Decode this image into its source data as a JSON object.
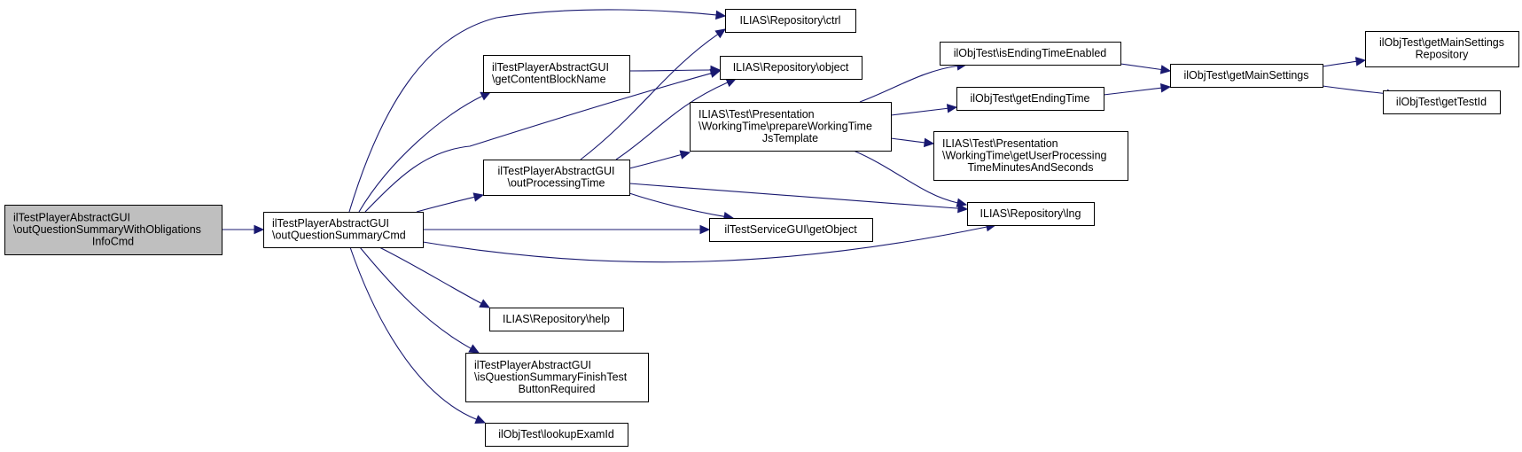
{
  "diagram": {
    "type": "call-graph",
    "edge_color": "#191970",
    "root_fill": "#bfbfbf",
    "nodes": [
      {
        "id": "n0",
        "lines": [
          "ilTestPlayerAbstractGUI",
          "\\outQuestionSummaryWithObligations",
          "InfoCmd"
        ],
        "root": true
      },
      {
        "id": "n1",
        "lines": [
          "ilTestPlayerAbstractGUI",
          "\\outQuestionSummaryCmd"
        ]
      },
      {
        "id": "ctrl",
        "lines": [
          "ILIAS\\Repository\\ctrl"
        ]
      },
      {
        "id": "gcbn",
        "lines": [
          "ilTestPlayerAbstractGUI",
          "\\getContentBlockName"
        ]
      },
      {
        "id": "object",
        "lines": [
          "ILIAS\\Repository\\object"
        ]
      },
      {
        "id": "opt",
        "lines": [
          "ilTestPlayerAbstractGUI",
          "\\outProcessingTime"
        ]
      },
      {
        "id": "pwt",
        "lines": [
          "ILIAS\\Test\\Presentation",
          "\\WorkingTime\\prepareWorkingTime",
          "JsTemplate"
        ]
      },
      {
        "id": "getobj",
        "lines": [
          "ilTestServiceGUI\\getObject"
        ]
      },
      {
        "id": "help",
        "lines": [
          "ILIAS\\Repository\\help"
        ]
      },
      {
        "id": "isqs",
        "lines": [
          "ilTestPlayerAbstractGUI",
          "\\isQuestionSummaryFinishTest",
          "ButtonRequired"
        ]
      },
      {
        "id": "lookup",
        "lines": [
          "ilObjTest\\lookupExamId"
        ]
      },
      {
        "id": "isend",
        "lines": [
          "ilObjTest\\isEndingTimeEnabled"
        ]
      },
      {
        "id": "getend",
        "lines": [
          "ilObjTest\\getEndingTime"
        ]
      },
      {
        "id": "getuser",
        "lines": [
          "ILIAS\\Test\\Presentation",
          "\\WorkingTime\\getUserProcessing",
          "TimeMinutesAndSeconds"
        ]
      },
      {
        "id": "lng",
        "lines": [
          "ILIAS\\Repository\\lng"
        ]
      },
      {
        "id": "gms",
        "lines": [
          "ilObjTest\\getMainSettings"
        ]
      },
      {
        "id": "gmsr",
        "lines": [
          "ilObjTest\\getMainSettings",
          "Repository"
        ]
      },
      {
        "id": "gtid",
        "lines": [
          "ilObjTest\\getTestId"
        ]
      }
    ],
    "edges": [
      [
        "n0",
        "n1"
      ],
      [
        "n1",
        "ctrl"
      ],
      [
        "n1",
        "gcbn"
      ],
      [
        "n1",
        "object"
      ],
      [
        "n1",
        "opt"
      ],
      [
        "n1",
        "getobj"
      ],
      [
        "n1",
        "lng"
      ],
      [
        "n1",
        "help"
      ],
      [
        "n1",
        "isqs"
      ],
      [
        "n1",
        "lookup"
      ],
      [
        "gcbn",
        "object"
      ],
      [
        "opt",
        "ctrl"
      ],
      [
        "opt",
        "object"
      ],
      [
        "opt",
        "pwt"
      ],
      [
        "opt",
        "getobj"
      ],
      [
        "opt",
        "lng"
      ],
      [
        "pwt",
        "isend"
      ],
      [
        "pwt",
        "getend"
      ],
      [
        "pwt",
        "getuser"
      ],
      [
        "pwt",
        "lng"
      ],
      [
        "isend",
        "gms"
      ],
      [
        "getend",
        "gms"
      ],
      [
        "gms",
        "gmsr"
      ],
      [
        "gms",
        "gtid"
      ]
    ]
  }
}
